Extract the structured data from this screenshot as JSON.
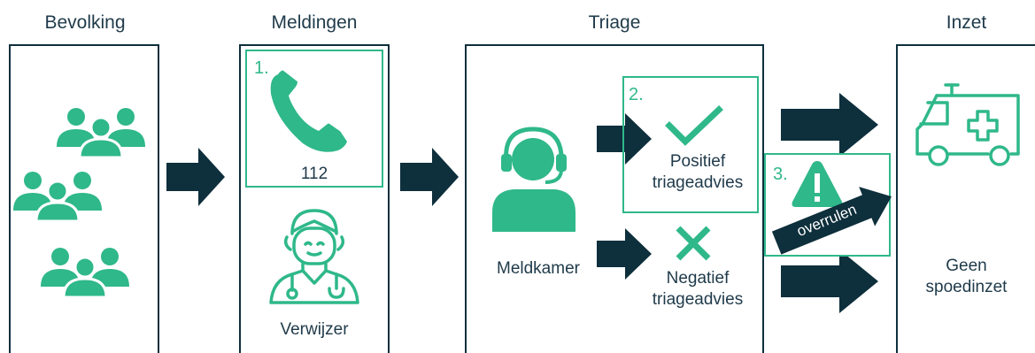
{
  "columns": {
    "bevolking": "Bevolking",
    "meldingen": "Meldingen",
    "triage": "Triage",
    "inzet": "Inzet"
  },
  "meldingen": {
    "step_number": "1.",
    "phone_label": "112",
    "referrer_label": "Verwijzer"
  },
  "triage": {
    "operator_label": "Meldkamer",
    "step_number": "2.",
    "positive_line1": "Positief",
    "positive_line2": "triageadvies",
    "negative_line1": "Negatief",
    "negative_line2": "triageadvies"
  },
  "overrule": {
    "step_number": "3.",
    "label": "overrulen"
  },
  "inzet": {
    "none_line1": "Geen",
    "none_line2": "spoedinzet"
  },
  "colors": {
    "green": "#2fb88a",
    "navy": "#0e2f3c",
    "text": "#1f3a4a"
  },
  "icons": [
    "people-icon",
    "arrow-right-icon",
    "phone-icon",
    "doctor-icon",
    "operator-headset-icon",
    "check-icon",
    "cross-icon",
    "warning-icon",
    "ambulance-icon"
  ]
}
